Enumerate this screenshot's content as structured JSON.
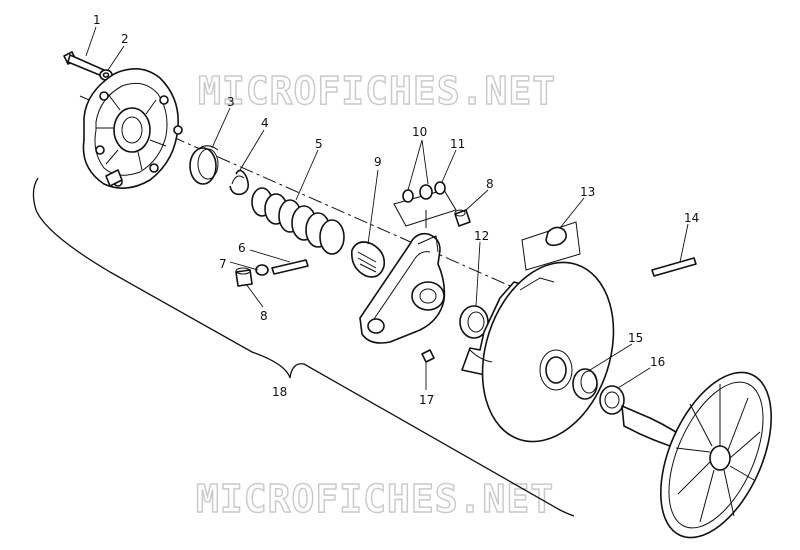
{
  "watermark": {
    "text": "MICROFICHES.NET"
  },
  "callouts": {
    "c1": "1",
    "c2": "2",
    "c3": "3",
    "c4": "4",
    "c5": "5",
    "c6": "6",
    "c7": "7",
    "c8a": "8",
    "c8b": "8",
    "c9": "9",
    "c10": "10",
    "c11": "11",
    "c12": "12",
    "c13": "13",
    "c14": "14",
    "c15": "15",
    "c16": "16",
    "c17": "17",
    "c18": "18"
  }
}
